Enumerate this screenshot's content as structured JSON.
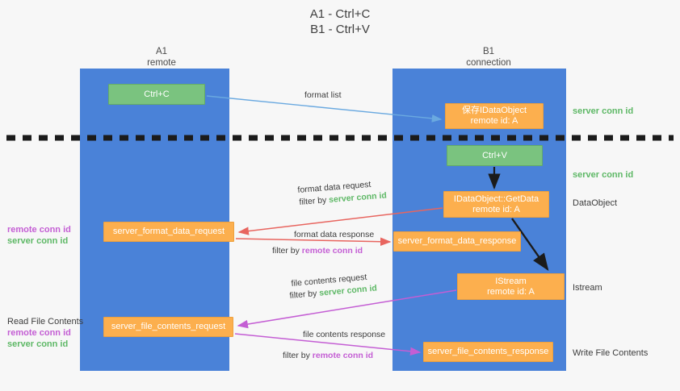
{
  "title": {
    "line1": "A1 - Ctrl+C",
    "line2": "B1 - Ctrl+V"
  },
  "lanes": [
    {
      "id": "a1",
      "name": "A1",
      "role": "remote",
      "color": "#4a82d8"
    },
    {
      "id": "b1",
      "name": "B1",
      "role": "connection",
      "color": "#4a82d8"
    }
  ],
  "nodes": {
    "ctrl_c": {
      "line1": "Ctrl+C",
      "line2": "",
      "color": "#7ac37f"
    },
    "idataobject": {
      "line1": "保存IDataObject",
      "line2": "remote id: A",
      "color": "#fcaf4e"
    },
    "ctrl_v": {
      "line1": "Ctrl+V",
      "line2": "",
      "color": "#7ac37f"
    },
    "getdata": {
      "line1": "IDataObject::GetData",
      "line2": "remote id: A",
      "color": "#fcaf4e"
    },
    "format_data_request": {
      "line1": "server_format_data_request",
      "line2": "",
      "color": "#fcaf4e"
    },
    "format_data_response": {
      "line1": "server_format_data_response",
      "line2": "",
      "color": "#fcaf4e"
    },
    "istream": {
      "line1": "IStream",
      "line2": "remote id: A",
      "color": "#fcaf4e"
    },
    "file_contents_request": {
      "line1": "server_file_contents_request",
      "line2": "",
      "color": "#fcaf4e"
    },
    "file_contents_response": {
      "line1": "server_file_contents_response",
      "line2": "",
      "color": "#fcaf4e"
    }
  },
  "edges": {
    "format_list": "format list",
    "format_data_request_l1": "format data request",
    "format_data_request_l2_prefix": "filter by ",
    "format_data_request_l2_key": "server conn id",
    "format_data_response_l1": "format data response",
    "format_data_response_l2_prefix": "filter by ",
    "format_data_response_l2_key": "remote conn id",
    "file_contents_request_l1": "file contents request",
    "file_contents_request_l2_prefix": "filter by ",
    "file_contents_request_l2_key": "server conn id",
    "file_contents_response_l1": "file contents response",
    "file_contents_response_l2_prefix": "filter by ",
    "file_contents_response_l2_key": "remote conn id"
  },
  "annotations": {
    "right": {
      "server_conn_id_top": "server conn id",
      "server_conn_id_mid": "server conn id",
      "dataobject": "DataObject",
      "istream": "Istream",
      "write_file_contents": "Write File Contents"
    },
    "left": {
      "remote_conn_id_1": "remote conn id",
      "server_conn_id_1": "server conn id",
      "read_file_contents": "Read File Contents",
      "remote_conn_id_2": "remote conn id",
      "server_conn_id_2": "server conn id"
    }
  },
  "colors": {
    "lane": "#4a82d8",
    "green_node": "#7ac37f",
    "orange_node": "#fcaf4e",
    "server_conn_id": "#5eb866",
    "remote_conn_id": "#c45ed4",
    "arrow_blue": "#6aa9e0",
    "arrow_red": "#e8655f",
    "arrow_magenta": "#c45ed4",
    "arrow_black": "#1b1b1b",
    "background": "#f7f7f7"
  }
}
